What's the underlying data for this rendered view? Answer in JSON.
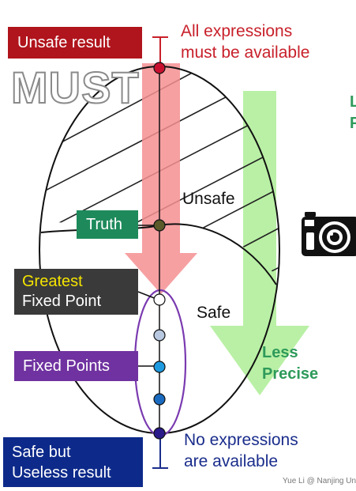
{
  "labels": {
    "unsafe_result": "Unsafe result",
    "all_expressions": "All expressions",
    "must_be_available": "must be available",
    "must": "MUST",
    "truth": "Truth",
    "unsafe": "Unsafe",
    "safe": "Safe",
    "greatest": "Greatest",
    "fixed_point": "Fixed Point",
    "fixed_points": "Fixed Points",
    "less": "Less",
    "precise": "Precise",
    "less_top_cut": "L",
    "precise_top_cut": "P",
    "no_expressions": "No expressions",
    "are_available": "are available",
    "safe_but": "Safe but",
    "useless_result": "Useless result",
    "credit": "Yue Li @ Nanjing Un"
  },
  "icons": {
    "camera": "camera-icon"
  },
  "colors": {
    "red": "#b0141c",
    "green": "#1e8a5b",
    "purple": "#7032a0",
    "navy": "#0d2a8a",
    "dark": "#3a3a3a",
    "yellow": "#f5e400",
    "arrow_pink": "#f48f92",
    "arrow_green": "#b9f0a5"
  },
  "nodes": [
    {
      "name": "top",
      "color": "#c8102e"
    },
    {
      "name": "truth",
      "color": "#5a5a2a"
    },
    {
      "name": "greatest-fixed-point",
      "color": "#ffffff"
    },
    {
      "name": "fixed-point-1",
      "color": "#b8c8e0"
    },
    {
      "name": "fixed-point-2",
      "color": "#1e9be0"
    },
    {
      "name": "fixed-point-3",
      "color": "#1a6bc0"
    },
    {
      "name": "bottom",
      "color": "#2a1a8a"
    }
  ]
}
